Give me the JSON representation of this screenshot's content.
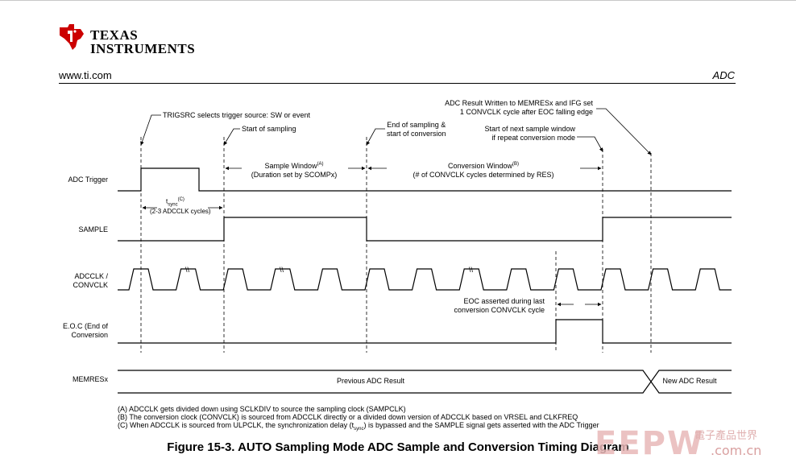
{
  "header": {
    "brand_line1": "TEXAS",
    "brand_line2": "INSTRUMENTS",
    "website": "www.ti.com",
    "section": "ADC"
  },
  "signals": {
    "adc_trigger": "ADC Trigger",
    "sample": "SAMPLE",
    "adcclk_line1": "ADCCLK /",
    "adcclk_line2": "CONVCLK",
    "eoc_line1": "E.O.C (End of",
    "eoc_line2": "Conversion",
    "memres": "MEMRESx"
  },
  "annotations": {
    "trigsrc": "TRIGSRC selects trigger source: SW or event",
    "start_sampling": "Start of sampling",
    "end_sampling_1": "End of sampling &",
    "end_sampling_2": "start of conversion",
    "result_written_1": "ADC Result Written to MEMRESx and IFG set",
    "result_written_2": "1 CONVCLK cycle after EOC falling edge",
    "next_sample_1": "Start of next sample window",
    "next_sample_2": "if repeat conversion mode",
    "sample_window_1": "Sample Window",
    "sample_window_sup": "(A)",
    "sample_window_2": "(Duration set by SCOMPx)",
    "conversion_window_1": "Conversion Window",
    "conversion_window_sup": "(B)",
    "conversion_window_2": "(# of CONVCLK cycles determined by RES)",
    "tsync_t": "t",
    "tsync_sub": "sync",
    "tsync_sup": "(C)",
    "tsync_cycles": "(2-3 ADCCLK cycles)",
    "eoc_asserted_1": "EOC asserted during last",
    "eoc_asserted_2": "conversion CONVCLK cycle",
    "previous_result": "Previous ADC Result",
    "new_result": "New ADC Result",
    "break_mark": "\\\\"
  },
  "notes": {
    "a": "(A) ADCCLK gets divided down using SCLKDIV to source the sampling clock (SAMPCLK)",
    "b": "(B) The conversion clock (CONVCLK) is sourced from ADCCLK directly or a divided down version of ADCCLK based on VRSEL and CLKFREQ",
    "c_pre": "(C) When ADCCLK is sourced from ULPCLK, the synchronization delay (t",
    "c_sub": "sync",
    "c_post": ") is bypassed and the SAMPLE signal gets asserted with the ADC Trigger"
  },
  "caption": "Figure 15-3. AUTO Sampling Mode ADC Sample and Conversion Timing Diagram",
  "watermark": {
    "main": "EEPW",
    "cn": "電子產品世界",
    "url": ".com.cn"
  },
  "colors": {
    "brand_red": "#cc0000",
    "line": "#000000"
  }
}
